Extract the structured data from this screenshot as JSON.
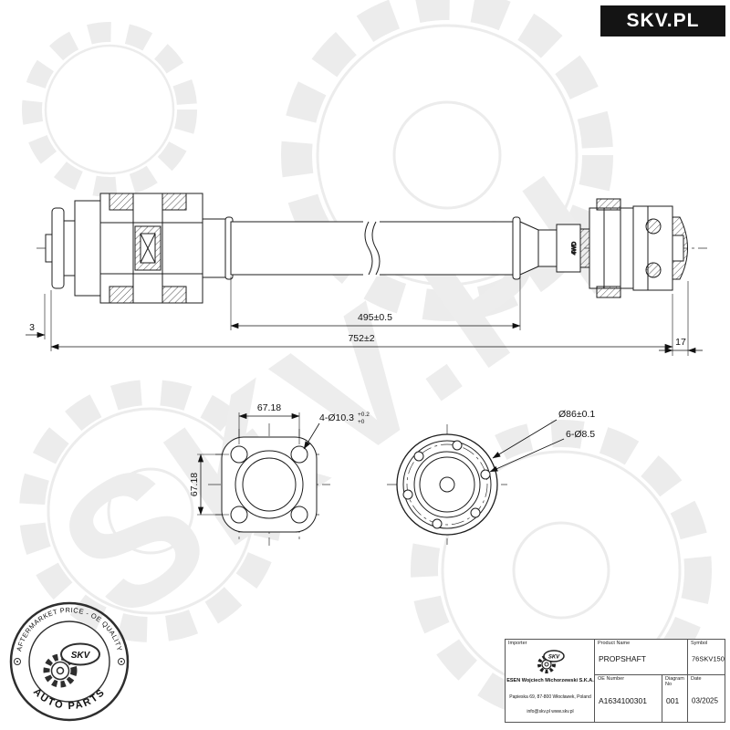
{
  "brand": {
    "logo": "SKV.PL",
    "watermark": "SKV.PL"
  },
  "stamp": {
    "arc_top": "AFTERMARKET PRICE - OE QUALITY",
    "arc_bottom": "AUTO PARTS",
    "center": "SKV"
  },
  "shaft": {
    "dim_mid": "495±0.5",
    "dim_total": "752±2",
    "dim_left": "3",
    "dim_right": "17",
    "marking": "4WD"
  },
  "flange_square": {
    "dim_width": "67.18",
    "dim_height": "67.18",
    "holes_callout": "4-Ø10.3",
    "tol_upper": "+0.2",
    "tol_lower": "+0"
  },
  "flange_round": {
    "dim_diameter": "Ø86±0.1",
    "holes_callout": "6-Ø8.5"
  },
  "titleblock": {
    "importer_label": "Importer",
    "company": "ESEN Wojciech Michorzewski S.K.A.",
    "address": "Papieska 69, 87-800 Włocławek, Poland",
    "contact": "info@skv.pl   www.skv.pl",
    "logo": "SKV",
    "product_label": "Product Name",
    "product": "PROPSHAFT",
    "symbol_label": "Symbol",
    "symbol": "76SKV150",
    "oe_label": "OE Number",
    "oe": "A1634100301",
    "diagram_label": "Diagram No",
    "diagram": "001",
    "date_label": "Date",
    "date": "03/2025"
  }
}
